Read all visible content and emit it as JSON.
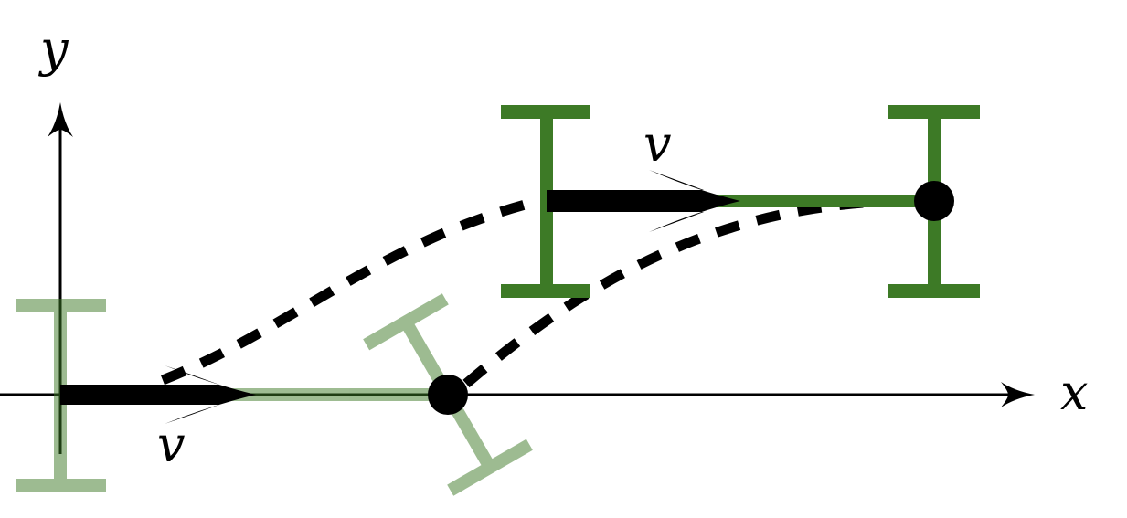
{
  "axes": {
    "x_label": "x",
    "y_label": "y"
  },
  "velocity_labels": {
    "initial": "v",
    "final": "v"
  },
  "colors": {
    "initial_vehicle": "#3d7a26",
    "final_vehicle": "#3d7a26",
    "initial_opacity": 0.5,
    "path": "#000000"
  }
}
